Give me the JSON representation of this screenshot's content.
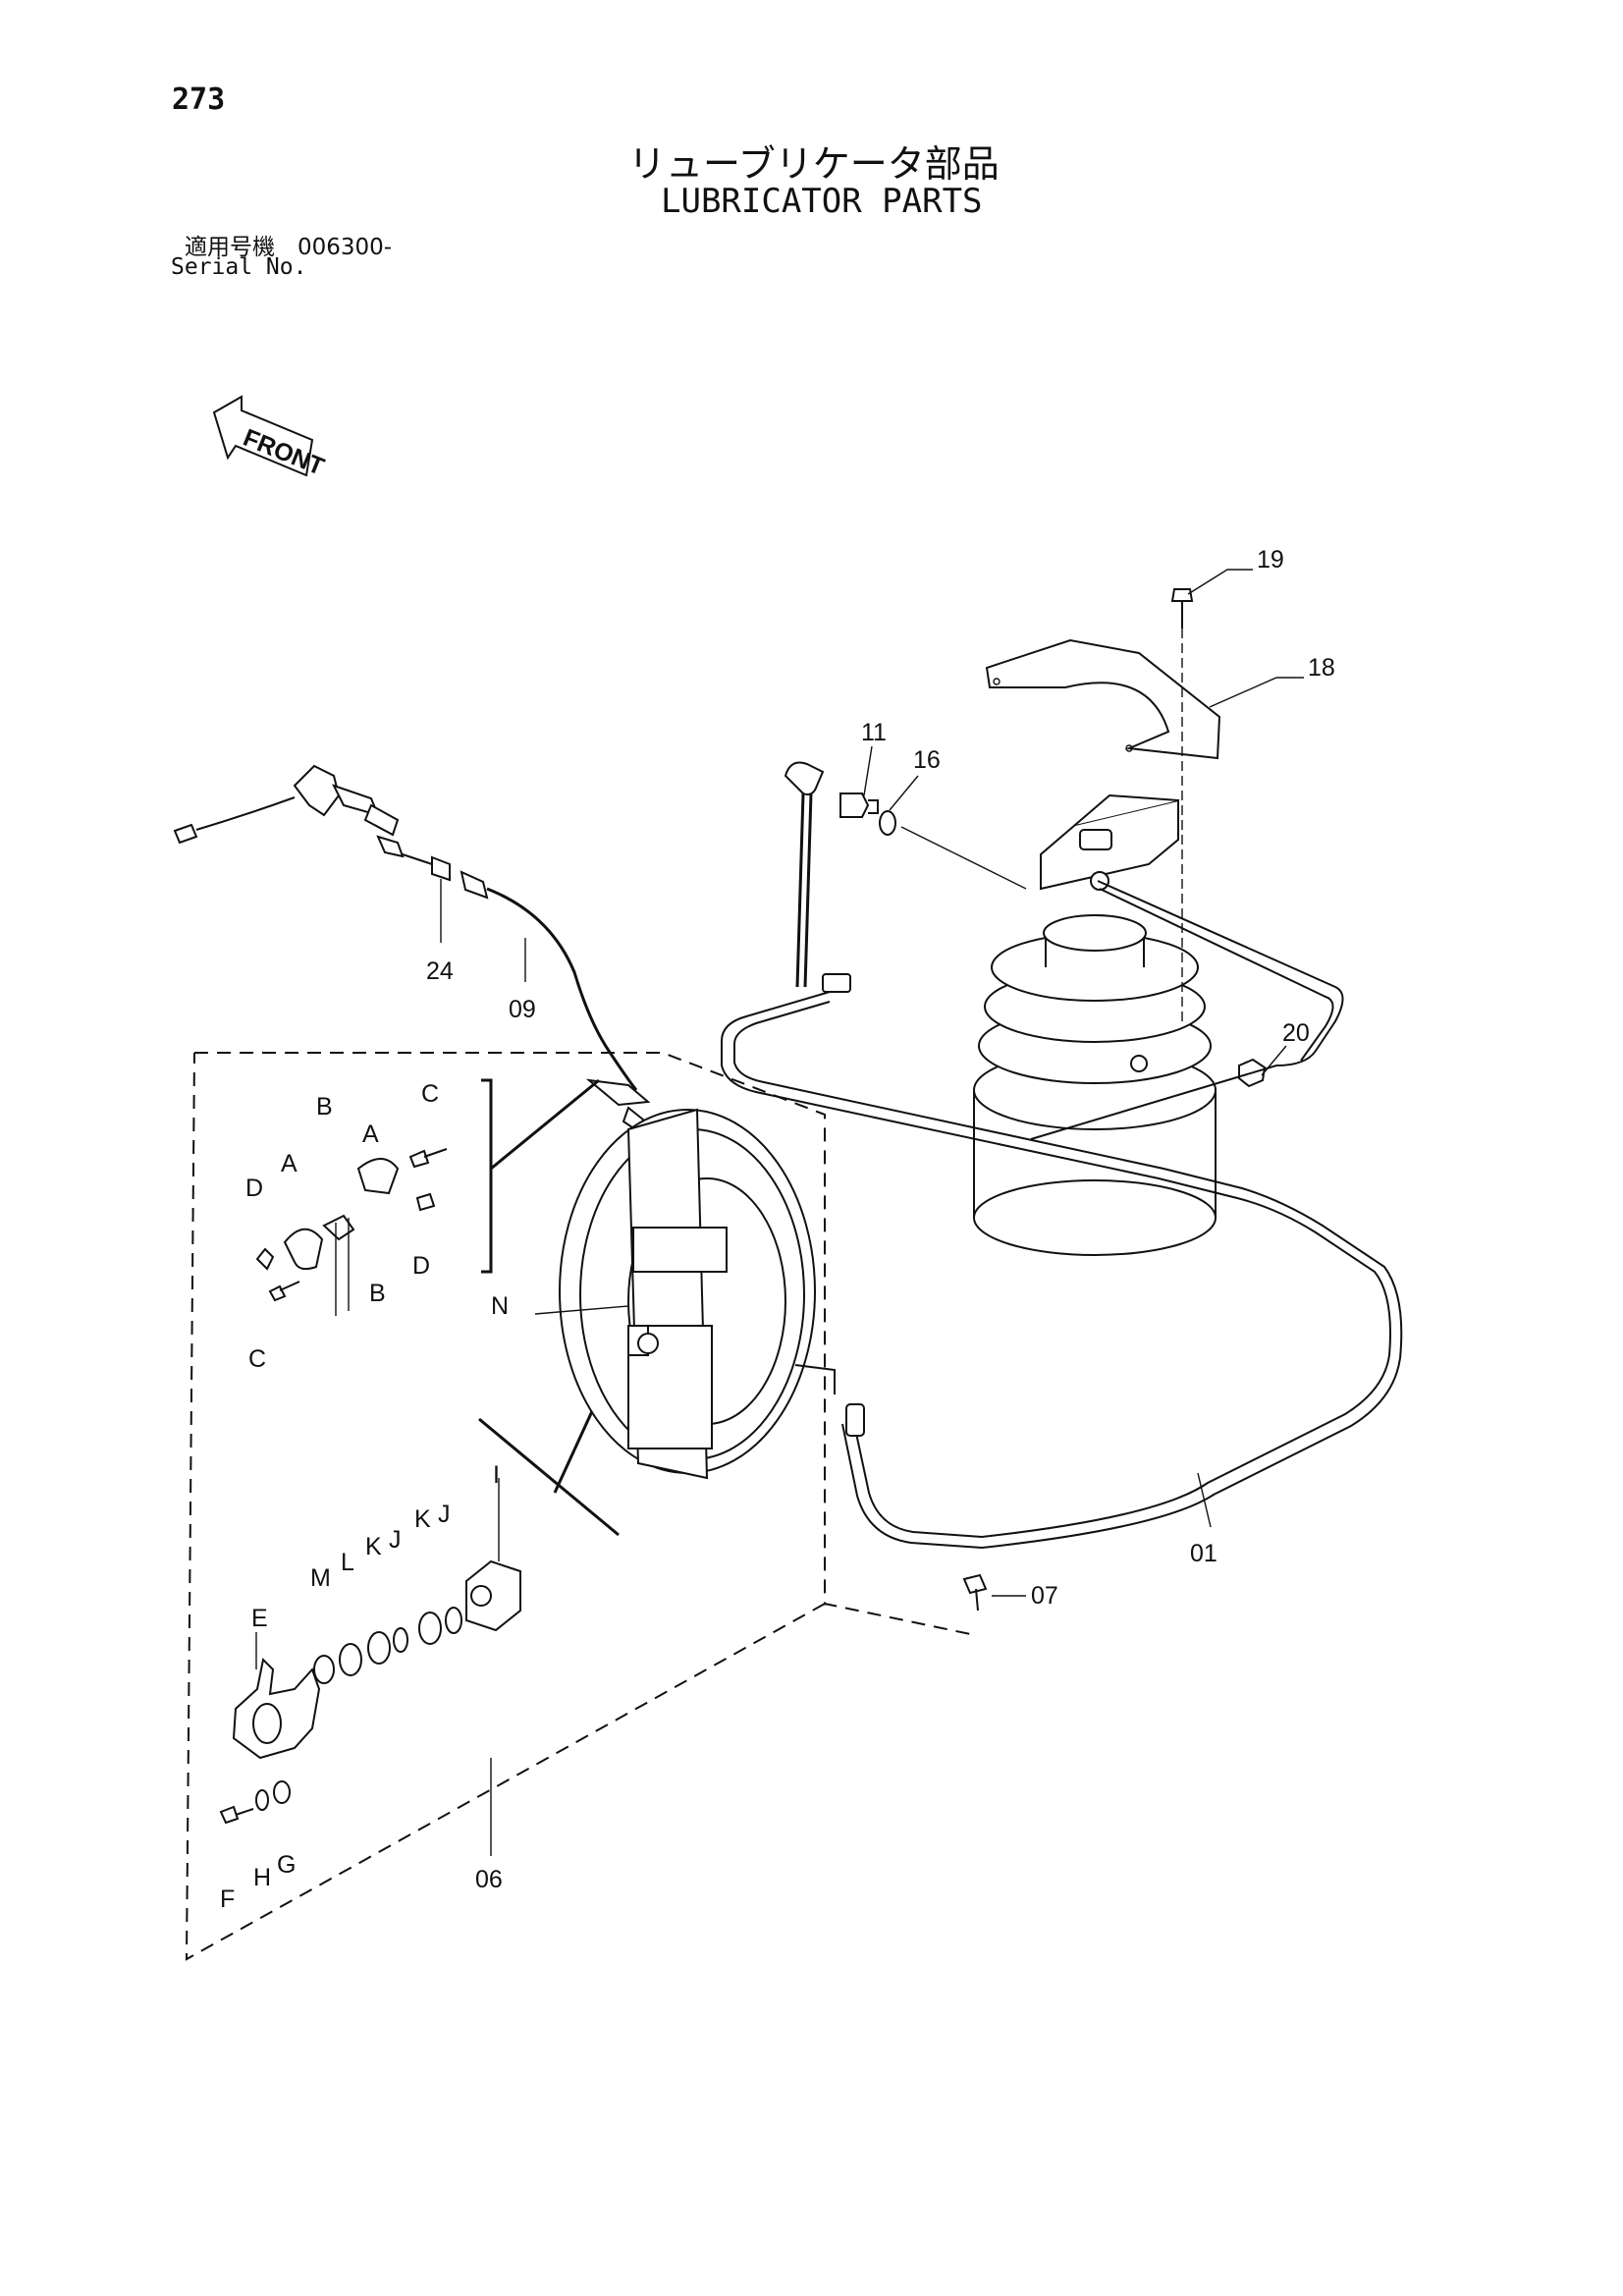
{
  "header": {
    "page_number": "273",
    "title_ja": "リューブリケータ部品",
    "title_en": "LUBRICATOR PARTS",
    "serial_ja": "適用号機　006300-",
    "serial_en": "Serial No."
  },
  "front_arrow": {
    "label": "FRONT"
  },
  "callouts": {
    "p19": "19",
    "p18": "18",
    "p11": "11",
    "p16": "16",
    "p20": "20",
    "p24": "24",
    "p09": "09",
    "p01": "01",
    "p07": "07",
    "p06": "06",
    "A1": "A",
    "A2": "A",
    "B1": "B",
    "B2": "B",
    "C1": "C",
    "C2": "C",
    "D1": "D",
    "D2": "D",
    "N": "N",
    "I": "I",
    "K1": "K",
    "K2": "K",
    "J1": "J",
    "J2": "J",
    "L": "L",
    "M": "M",
    "E": "E",
    "F": "F",
    "G": "G",
    "H": "H"
  }
}
